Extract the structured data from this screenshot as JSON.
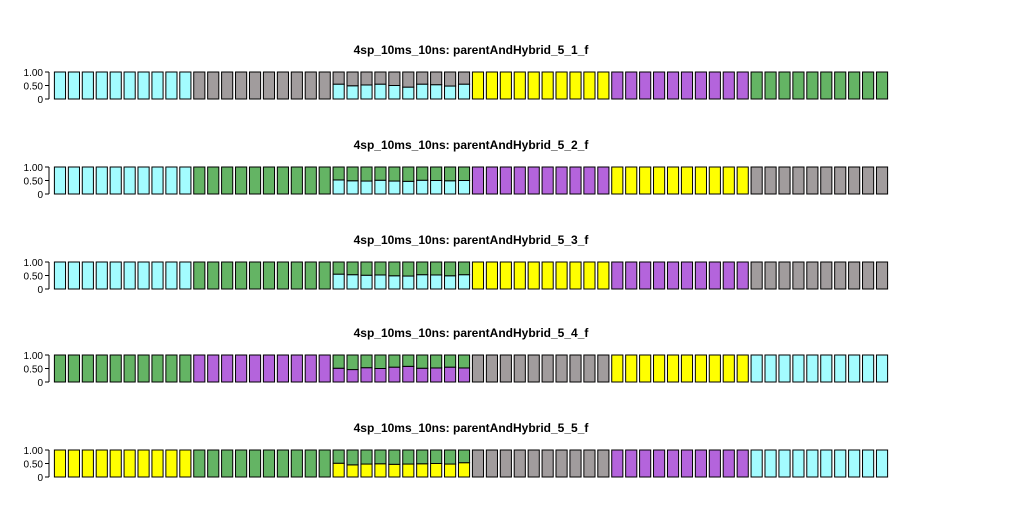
{
  "colors": {
    "cyan": "#A3FCFF",
    "gray": "#A19C9D",
    "green": "#64B464",
    "yellow": "#FFFF00",
    "purple": "#B464DC"
  },
  "chart_data": [
    {
      "type": "bar",
      "stacked": true,
      "title": "4sp_10ms_10ns: parentAndHybrid_5_1_f",
      "y_ticks": [
        "1.00",
        "0.50",
        "0"
      ],
      "ylim": [
        0,
        1
      ],
      "grid": false,
      "legend": "none",
      "n_bars": 60,
      "groups": [
        {
          "count": 10,
          "segments": [
            {
              "color": "cyan",
              "value": 1.0
            }
          ]
        },
        {
          "count": 10,
          "segments": [
            {
              "color": "gray",
              "value": 1.0
            }
          ]
        },
        {
          "count": 10,
          "segments": [
            {
              "color": "cyan",
              "value": 0.53
            },
            {
              "color": "gray",
              "value": 0.47
            }
          ],
          "bottom_values": [
            0.55,
            0.49,
            0.52,
            0.55,
            0.5,
            0.44,
            0.55,
            0.53,
            0.48,
            0.55
          ]
        },
        {
          "count": 10,
          "segments": [
            {
              "color": "yellow",
              "value": 1.0
            }
          ]
        },
        {
          "count": 10,
          "segments": [
            {
              "color": "purple",
              "value": 1.0
            }
          ]
        },
        {
          "count": 10,
          "segments": [
            {
              "color": "green",
              "value": 1.0
            }
          ]
        }
      ]
    },
    {
      "type": "bar",
      "stacked": true,
      "title": "4sp_10ms_10ns: parentAndHybrid_5_2_f",
      "y_ticks": [
        "1.00",
        "0.50",
        "0"
      ],
      "ylim": [
        0,
        1
      ],
      "grid": false,
      "legend": "none",
      "n_bars": 60,
      "groups": [
        {
          "count": 10,
          "segments": [
            {
              "color": "cyan",
              "value": 1.0
            }
          ]
        },
        {
          "count": 10,
          "segments": [
            {
              "color": "green",
              "value": 1.0
            }
          ]
        },
        {
          "count": 10,
          "segments": [
            {
              "color": "cyan",
              "value": 0.5
            },
            {
              "color": "green",
              "value": 0.5
            }
          ],
          "bottom_values": [
            0.52,
            0.49,
            0.48,
            0.51,
            0.48,
            0.47,
            0.51,
            0.5,
            0.49,
            0.5
          ]
        },
        {
          "count": 10,
          "segments": [
            {
              "color": "purple",
              "value": 1.0
            }
          ]
        },
        {
          "count": 10,
          "segments": [
            {
              "color": "yellow",
              "value": 1.0
            }
          ]
        },
        {
          "count": 10,
          "segments": [
            {
              "color": "gray",
              "value": 1.0
            }
          ]
        }
      ]
    },
    {
      "type": "bar",
      "stacked": true,
      "title": "4sp_10ms_10ns: parentAndHybrid_5_3_f",
      "y_ticks": [
        "1.00",
        "0.50",
        "0"
      ],
      "ylim": [
        0,
        1
      ],
      "grid": false,
      "legend": "none",
      "n_bars": 60,
      "groups": [
        {
          "count": 10,
          "segments": [
            {
              "color": "cyan",
              "value": 1.0
            }
          ]
        },
        {
          "count": 10,
          "segments": [
            {
              "color": "green",
              "value": 1.0
            }
          ]
        },
        {
          "count": 10,
          "segments": [
            {
              "color": "cyan",
              "value": 0.52
            },
            {
              "color": "green",
              "value": 0.48
            }
          ],
          "bottom_values": [
            0.55,
            0.53,
            0.51,
            0.52,
            0.49,
            0.48,
            0.53,
            0.52,
            0.49,
            0.53
          ]
        },
        {
          "count": 10,
          "segments": [
            {
              "color": "yellow",
              "value": 1.0
            }
          ]
        },
        {
          "count": 10,
          "segments": [
            {
              "color": "purple",
              "value": 1.0
            }
          ]
        },
        {
          "count": 10,
          "segments": [
            {
              "color": "gray",
              "value": 1.0
            }
          ]
        }
      ]
    },
    {
      "type": "bar",
      "stacked": true,
      "title": "4sp_10ms_10ns: parentAndHybrid_5_4_f",
      "y_ticks": [
        "1.00",
        "0.50",
        "0"
      ],
      "ylim": [
        0,
        1
      ],
      "grid": false,
      "legend": "none",
      "n_bars": 60,
      "groups": [
        {
          "count": 10,
          "segments": [
            {
              "color": "green",
              "value": 1.0
            }
          ]
        },
        {
          "count": 10,
          "segments": [
            {
              "color": "purple",
              "value": 1.0
            }
          ]
        },
        {
          "count": 10,
          "segments": [
            {
              "color": "purple",
              "value": 0.52
            },
            {
              "color": "green",
              "value": 0.48
            }
          ],
          "bottom_values": [
            0.51,
            0.46,
            0.53,
            0.5,
            0.55,
            0.58,
            0.51,
            0.52,
            0.55,
            0.52
          ]
        },
        {
          "count": 10,
          "segments": [
            {
              "color": "gray",
              "value": 1.0
            }
          ]
        },
        {
          "count": 10,
          "segments": [
            {
              "color": "yellow",
              "value": 1.0
            }
          ]
        },
        {
          "count": 10,
          "segments": [
            {
              "color": "cyan",
              "value": 1.0
            }
          ]
        }
      ]
    },
    {
      "type": "bar",
      "stacked": true,
      "title": "4sp_10ms_10ns: parentAndHybrid_5_5_f",
      "y_ticks": [
        "1.00",
        "0.50",
        "0"
      ],
      "ylim": [
        0,
        1
      ],
      "grid": false,
      "legend": "none",
      "n_bars": 60,
      "groups": [
        {
          "count": 10,
          "segments": [
            {
              "color": "yellow",
              "value": 1.0
            }
          ]
        },
        {
          "count": 10,
          "segments": [
            {
              "color": "green",
              "value": 1.0
            }
          ]
        },
        {
          "count": 10,
          "segments": [
            {
              "color": "yellow",
              "value": 0.5
            },
            {
              "color": "green",
              "value": 0.5
            }
          ],
          "bottom_values": [
            0.51,
            0.45,
            0.48,
            0.49,
            0.47,
            0.48,
            0.49,
            0.5,
            0.48,
            0.53
          ]
        },
        {
          "count": 10,
          "segments": [
            {
              "color": "gray",
              "value": 1.0
            }
          ]
        },
        {
          "count": 10,
          "segments": [
            {
              "color": "purple",
              "value": 1.0
            }
          ]
        },
        {
          "count": 10,
          "segments": [
            {
              "color": "cyan",
              "value": 1.0
            }
          ]
        }
      ]
    }
  ]
}
